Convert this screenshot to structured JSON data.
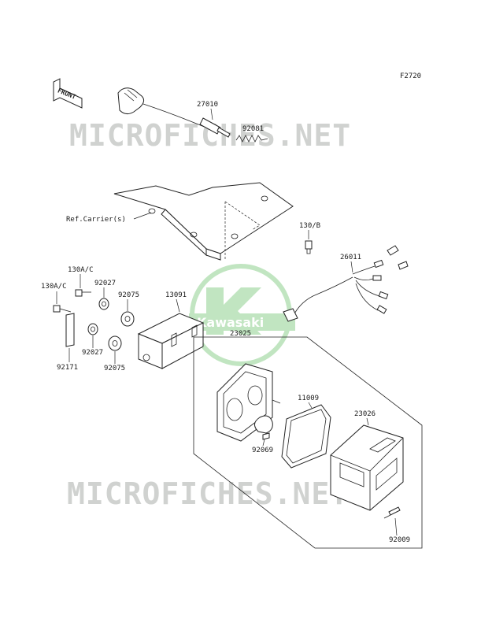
{
  "diagram": {
    "figure_code": "F2720",
    "front_label": "FRONT",
    "watermarks": [
      "MICROFICHES.NET",
      "MICROFICHES.NET"
    ],
    "logo_text": "Kawasaki",
    "colors": {
      "watermark": "#c9cbc9",
      "logo": "#8fd08f",
      "line": "#222222"
    },
    "parts": [
      {
        "id": "27010",
        "label": "27010"
      },
      {
        "id": "92081",
        "label": "92081"
      },
      {
        "id": "ref-carrier",
        "label": "Ref.Carrier(s)"
      },
      {
        "id": "130B",
        "label": "130/B"
      },
      {
        "id": "26011",
        "label": "26011"
      },
      {
        "id": "130AC-1",
        "label": "130A/C"
      },
      {
        "id": "92027-1",
        "label": "92027"
      },
      {
        "id": "130AC-2",
        "label": "130A/C"
      },
      {
        "id": "92075-1",
        "label": "92075"
      },
      {
        "id": "13091",
        "label": "13091"
      },
      {
        "id": "23025",
        "label": "23025"
      },
      {
        "id": "92027-2",
        "label": "92027"
      },
      {
        "id": "92171",
        "label": "92171"
      },
      {
        "id": "92075-2",
        "label": "92075"
      },
      {
        "id": "11009",
        "label": "11009"
      },
      {
        "id": "23026",
        "label": "23026"
      },
      {
        "id": "92069",
        "label": "92069"
      },
      {
        "id": "92009",
        "label": "92009"
      }
    ]
  }
}
